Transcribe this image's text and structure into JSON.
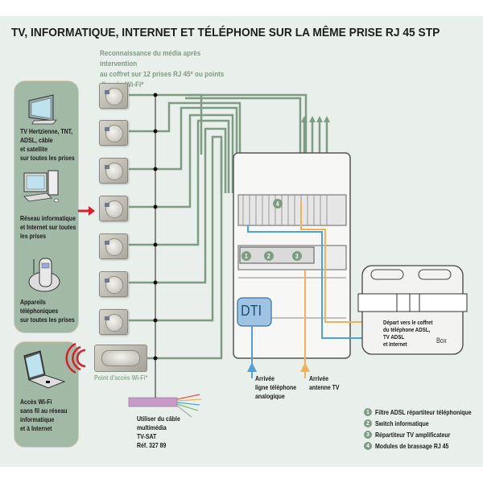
{
  "title": "TV, INFORMATIQUE, INTERNET ET TÉLÉPHONE SUR LA MÊME PRISE RJ 45 STP",
  "intro_note": [
    "Reconnaissance du média après intervention",
    "au coffret sur 12 prises RJ 45* ou points",
    "d'accès Wi-Fi*"
  ],
  "left_panel": {
    "items": [
      {
        "icon": "tv-icon",
        "lines": [
          "TV Hertzienne, TNT,",
          "ADSL, câble",
          "et satellite",
          "sur toutes les prises"
        ]
      },
      {
        "icon": "computer-icon",
        "lines": [
          "Réseau informatique",
          "et Internet sur toutes",
          "les prises"
        ]
      },
      {
        "icon": "cordless-phone-icon",
        "lines": [
          "Appareils",
          "téléphoniques",
          "sur toutes les prises"
        ]
      }
    ]
  },
  "wifi_panel": {
    "icon": "laptop-icon",
    "lines": [
      "Accès Wi-Fi",
      "sans fil au réseau",
      "informatique",
      "et à Internet"
    ]
  },
  "sockets": {
    "count": 7,
    "type": "RJ 45 STP"
  },
  "wifi_point_label": "Point d'accès Wi-Fi*",
  "cable_note": [
    "Utiliser du câble",
    "multimédia",
    "TV-SAT",
    "Réf. 327 89"
  ],
  "cabinet": {
    "dti_label": "DTI",
    "module_numbers": [
      "1",
      "2",
      "3",
      "4"
    ]
  },
  "arrivals": {
    "phone": [
      "Arrivée",
      "ligne téléphone",
      "analogique"
    ],
    "tv": [
      "Arrivée",
      "antenne TV"
    ]
  },
  "box": {
    "label": "Box",
    "lines": [
      "Départ vers le coffret",
      "du téléphone ADSL,",
      "TV ADSL",
      "et Internet"
    ]
  },
  "legend": [
    {
      "num": "1",
      "text": "Filtre ADSL répartiteur téléphonique"
    },
    {
      "num": "2",
      "text": "Switch informatique"
    },
    {
      "num": "3",
      "text": "Répartiteur TV amplificateur"
    },
    {
      "num": "4",
      "text": "Modules de brassage RJ 45"
    }
  ],
  "colors": {
    "background": "#e9efeb",
    "panel": "#a2b9a6",
    "green_wire": "#7e9c82",
    "phone_wire": "#4aa3dc",
    "tv_wire": "#f2b25a",
    "arrow_red": "#d8202a",
    "cable_purple": "#c79bc8"
  }
}
